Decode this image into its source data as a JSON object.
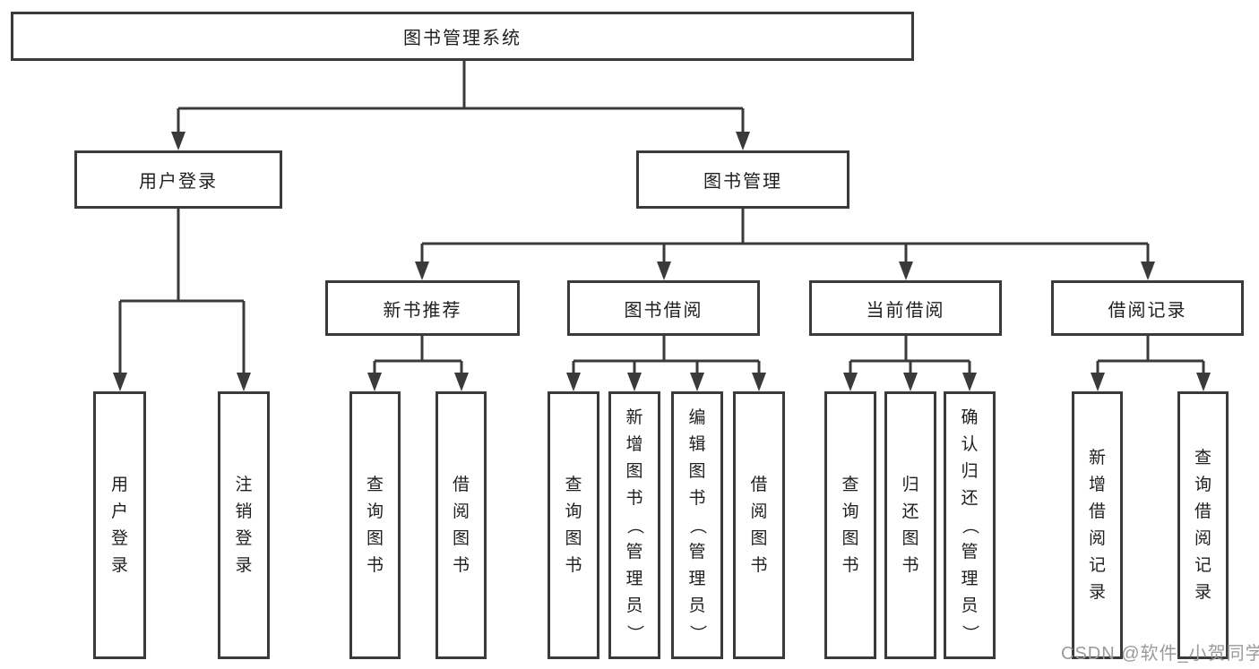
{
  "diagram": {
    "title": "图书管理系统",
    "tree": {
      "root": {
        "label": "图书管理系统"
      },
      "branches": [
        {
          "label": "用户登录",
          "children": [
            {
              "label": "用户登录"
            },
            {
              "label": "注销登录"
            }
          ]
        },
        {
          "label": "图书管理",
          "children": [
            {
              "label": "新书推荐",
              "children": [
                {
                  "label": "查询图书"
                },
                {
                  "label": "借阅图书"
                }
              ]
            },
            {
              "label": "图书借阅",
              "children": [
                {
                  "label": "查询图书"
                },
                {
                  "label": "新增图书（管理员）"
                },
                {
                  "label": "编辑图书（管理员）"
                },
                {
                  "label": "借阅图书"
                }
              ]
            },
            {
              "label": "当前借阅",
              "children": [
                {
                  "label": "查询图书"
                },
                {
                  "label": "归还图书"
                },
                {
                  "label": "确认归还（管理员）"
                }
              ]
            },
            {
              "label": "借阅记录",
              "children": [
                {
                  "label": "新增借阅记录"
                },
                {
                  "label": "查询借阅记录"
                }
              ]
            }
          ]
        }
      ]
    },
    "colors": {
      "line": "#3a3a3a",
      "text": "#1f1f1f",
      "box_background": "#ffffff",
      "page_background": "#ffffff",
      "watermark": "#9a9a9a"
    }
  },
  "watermark": {
    "text": "CSDN @软件_小贺同学"
  }
}
